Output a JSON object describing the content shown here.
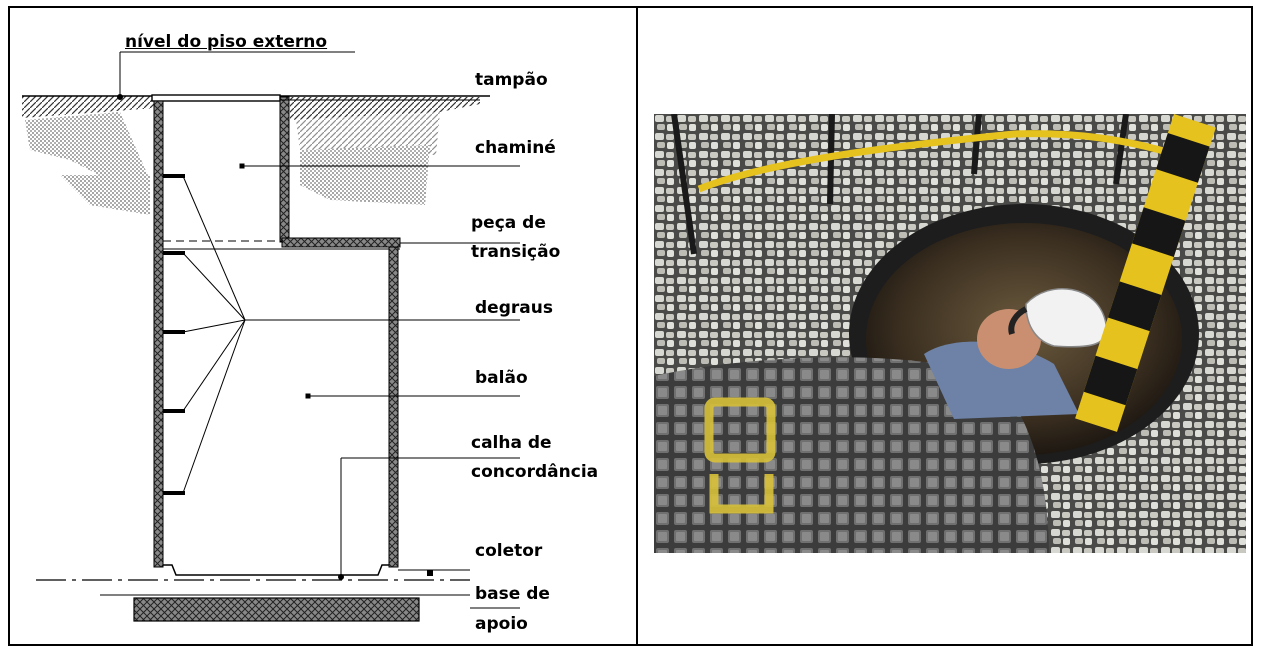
{
  "diagram": {
    "top_label": "nível do piso externo",
    "labels": {
      "tampao": "tampão",
      "chamine": "chaminé",
      "peca_l1": "peça de",
      "peca_l2": "transição",
      "degraus": "degraus",
      "balao": "balão",
      "calha_l1": "calha de",
      "calha_l2": "concordância",
      "coletor": "coletor",
      "base_l1": "base de",
      "base_l2": "apoio"
    }
  },
  "photo": {
    "subject": "manhole-worker-photo"
  }
}
